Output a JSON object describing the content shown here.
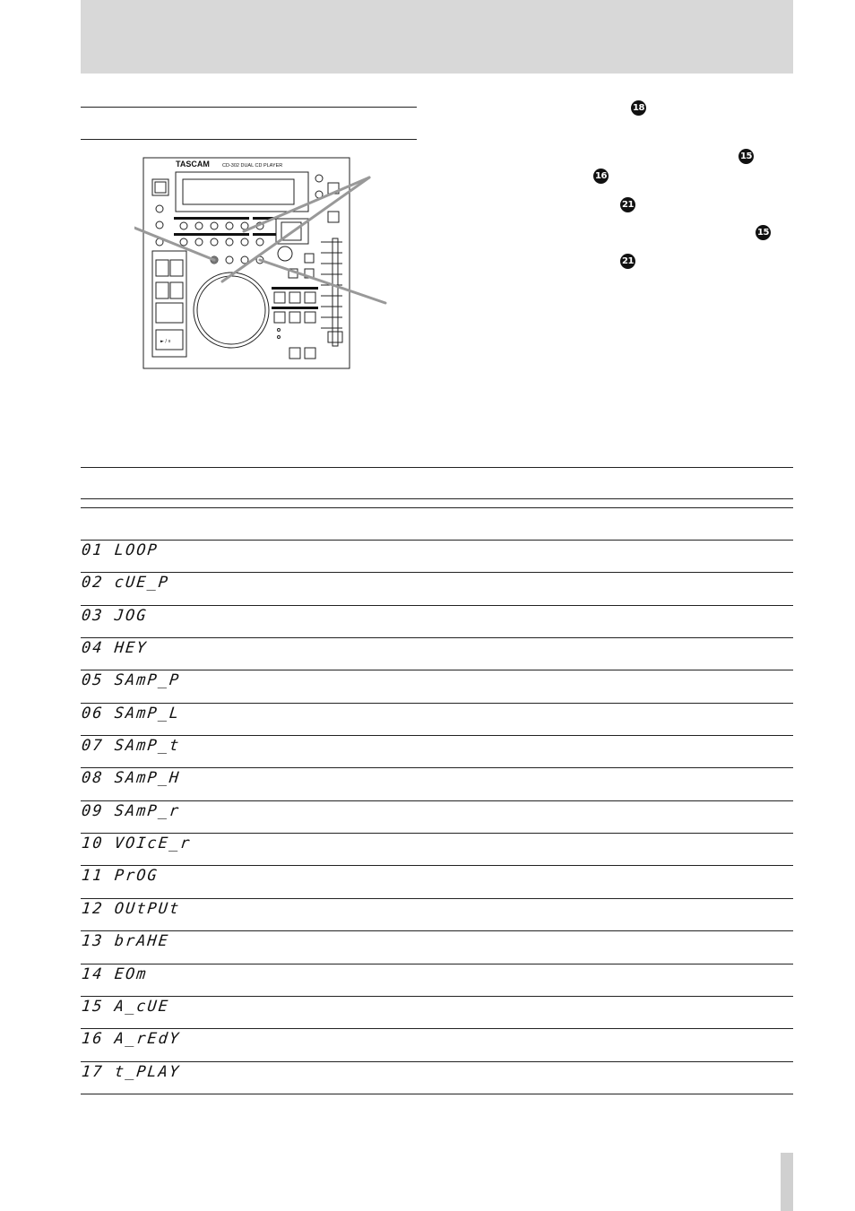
{
  "header": {
    "band_color": "#d8d8d8"
  },
  "markers": [
    {
      "number": "18"
    },
    {
      "number": "15"
    },
    {
      "number": "16"
    },
    {
      "number": "21"
    },
    {
      "number": "15"
    },
    {
      "number": "21"
    }
  ],
  "device": {
    "brand": "TASCAM",
    "model": "CD-302 DUAL CD PLAYER",
    "play_pause_label": "► / ıı"
  },
  "table": {
    "rows": [
      {
        "code": "01 LOOP"
      },
      {
        "code": "02 cUE_P"
      },
      {
        "code": "03 JOG"
      },
      {
        "code": "04 HEY"
      },
      {
        "code": "05 SAmP_P"
      },
      {
        "code": "06 SAmP_L"
      },
      {
        "code": "07 SAmP_t"
      },
      {
        "code": "08 SAmP_H"
      },
      {
        "code": "09 SAmP_r"
      },
      {
        "code": "10 VOIcE_r"
      },
      {
        "code": "11 PrOG"
      },
      {
        "code": "12 OUtPUt"
      },
      {
        "code": "13 brAHE"
      },
      {
        "code": "14 EOm"
      },
      {
        "code": "15 A_cUE"
      },
      {
        "code": "16 A_rEdY"
      },
      {
        "code": "17 t_PLAY"
      }
    ]
  }
}
